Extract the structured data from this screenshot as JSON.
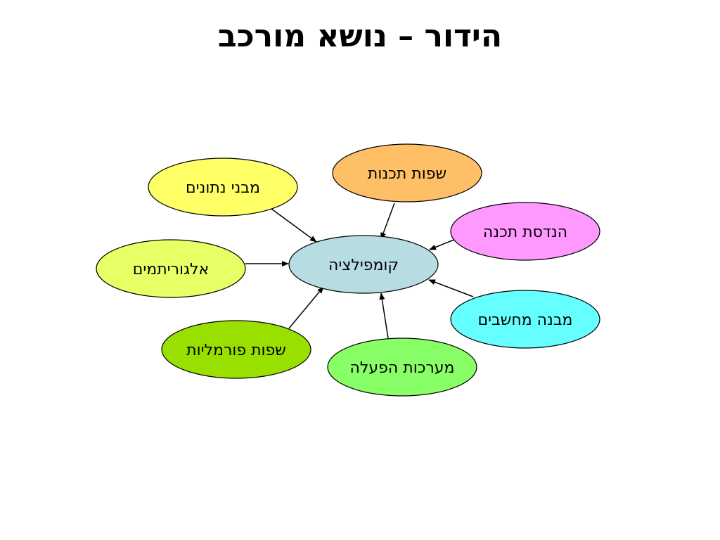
{
  "title": "הידור – נושא מורכב",
  "center": {
    "label": "קומפילציה",
    "color": "#b7dde3"
  },
  "nodes": [
    {
      "id": "programming-languages",
      "label": "שפות תכנות",
      "color": "#ffbf66"
    },
    {
      "id": "data-structures",
      "label": "מבני נתונים",
      "color": "#ffff66"
    },
    {
      "id": "software-engineering",
      "label": "הנדסת תכנה",
      "color": "#ff99ff"
    },
    {
      "id": "algorithms",
      "label": "אלגוריתמים",
      "color": "#e8ff66"
    },
    {
      "id": "computer-architecture",
      "label": "מבנה מחשבים",
      "color": "#66ffff"
    },
    {
      "id": "formal-languages",
      "label": "שפות פורמליות",
      "color": "#99e000"
    },
    {
      "id": "operating-systems",
      "label": "מערכות הפעלה",
      "color": "#88ff66"
    }
  ]
}
